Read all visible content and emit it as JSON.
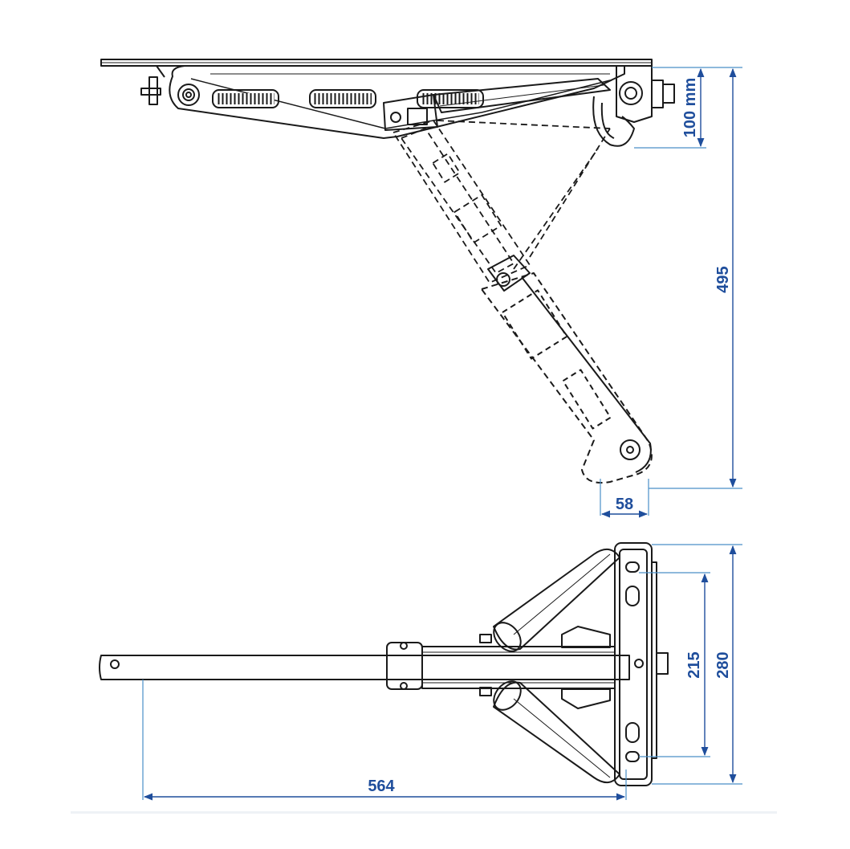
{
  "colors": {
    "line": "#1a1a1a",
    "dimension": "#1f4e9c",
    "dimension_line": "#4a8fc8",
    "background": "#ffffff"
  },
  "dimensions": {
    "top_offset": "100 mm",
    "total_height": "495",
    "foot_width": "58",
    "hole_spacing": "215",
    "plate_height": "280",
    "arm_length": "564"
  }
}
